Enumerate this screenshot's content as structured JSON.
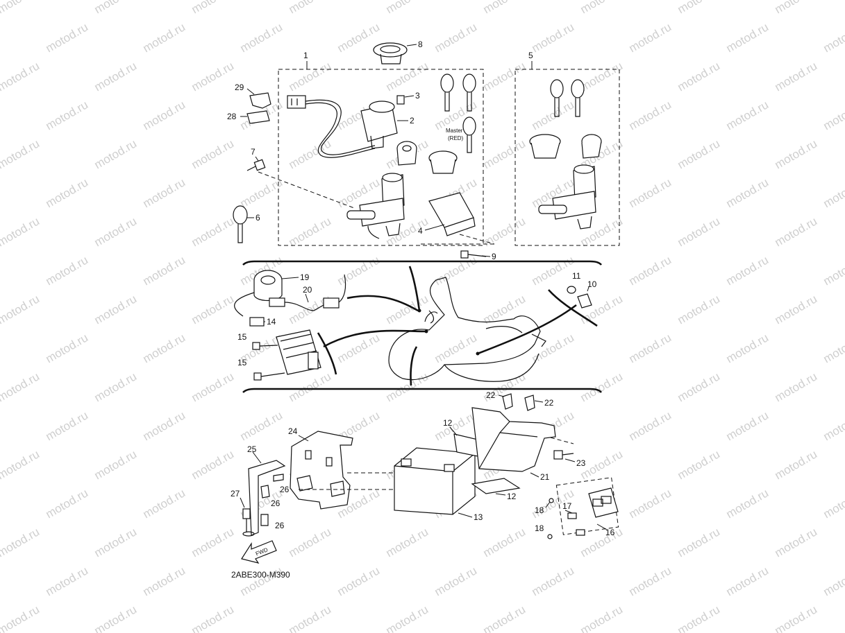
{
  "watermark": "motod.ru",
  "diagram_code": "2ABE300-M390",
  "fwd_label": "FWD",
  "master_key_label": "Master",
  "master_key_color_label": "(RED)",
  "callouts": {
    "c1": "1",
    "c2": "2",
    "c3": "3",
    "c4": "4",
    "c5": "5",
    "c6": "6",
    "c7": "7",
    "c8": "8",
    "c9": "9",
    "c10": "10",
    "c11": "11",
    "c12a": "12",
    "c12b": "12",
    "c13": "13",
    "c14": "14",
    "c15a": "15",
    "c15b": "15",
    "c16": "16",
    "c17": "17",
    "c18a": "18",
    "c18b": "18",
    "c19": "19",
    "c20": "20",
    "c21": "21",
    "c22a": "22",
    "c22b": "22",
    "c23": "23",
    "c24": "24",
    "c25": "25",
    "c26a": "26",
    "c26b": "26",
    "c26c": "26",
    "c27": "27",
    "c28": "28",
    "c29": "29"
  }
}
